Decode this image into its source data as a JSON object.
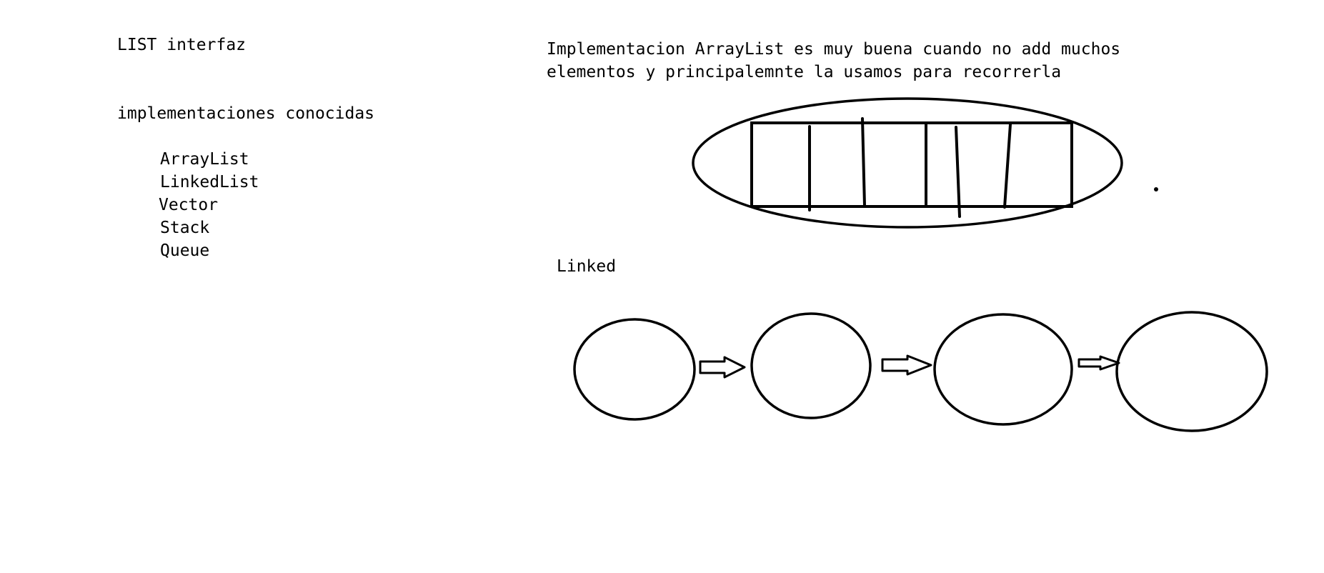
{
  "left_notes": {
    "title": "LIST interfaz",
    "subtitle": "implementaciones conocidas",
    "implementations": [
      "ArrayList",
      "LinkedList",
      "Vector",
      "Stack",
      "Queue"
    ]
  },
  "arraylist_note": {
    "line1": "Implementacion ArrayList es muy buena cuando no add muchos",
    "line2": "elementos y principalemnte la usamos para recorrerla"
  },
  "linked_label": "Linked",
  "diagram": {
    "arraylist_cells": 6,
    "linked_nodes": 4,
    "linked_arrows": 3,
    "stroke_color": "#000000"
  }
}
